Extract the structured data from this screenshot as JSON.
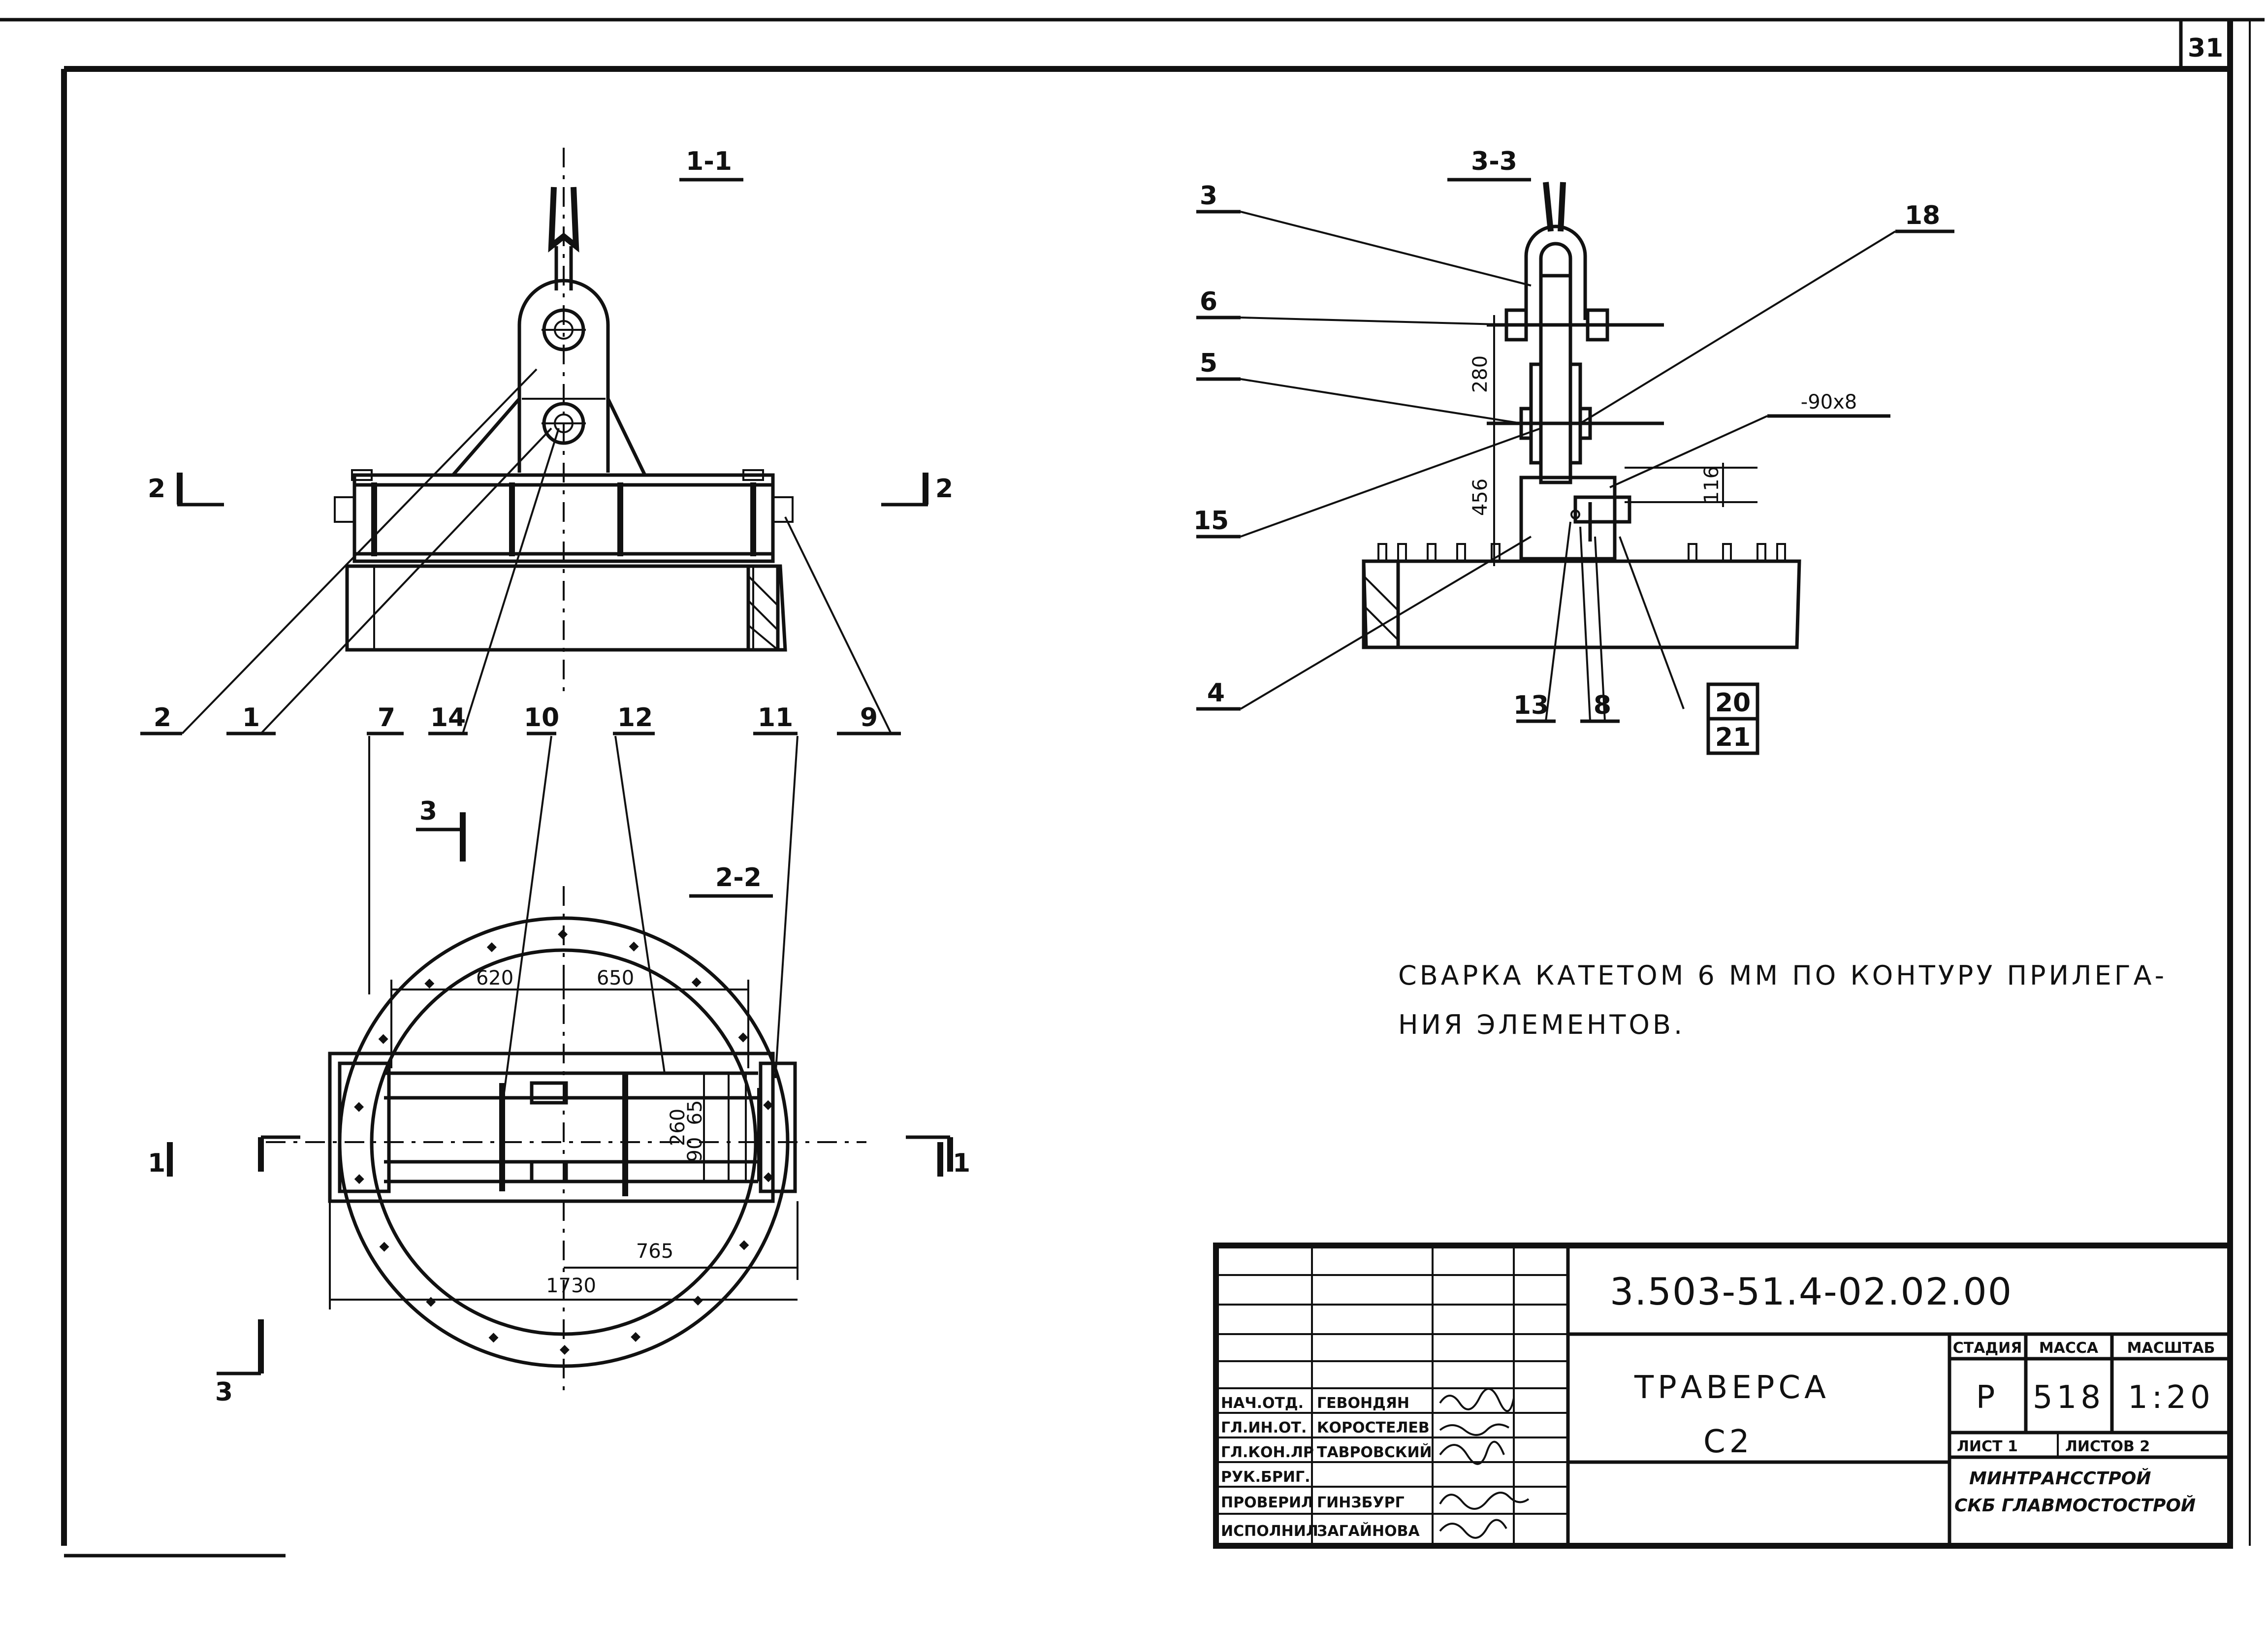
{
  "sheet": {
    "page_number": "31"
  },
  "views": {
    "section_1": "1-1",
    "section_2": "2-2",
    "section_3": "3-3"
  },
  "cut_marks": {
    "c1": "1",
    "c2": "2",
    "c3": "3"
  },
  "view1_callouts": [
    "2",
    "1",
    "7",
    "14",
    "10",
    "12",
    "11",
    "9"
  ],
  "view3_callouts": {
    "p3": "3",
    "p6": "6",
    "p5": "5",
    "p15": "15",
    "p4": "4",
    "p18": "18",
    "p13": "13",
    "p8": "8",
    "p20": "20",
    "p21": "21"
  },
  "dimensions": {
    "d280": "280",
    "d456": "456",
    "d116": "116",
    "plate": "-90x8",
    "d620": "620",
    "d650": "650",
    "d260": "260",
    "d65": "65",
    "d90": "90",
    "d765": "765",
    "d1730": "1730"
  },
  "note": {
    "line1": "СВАРКА  КАТЕТОМ  6 ММ ПО  КОНТУРУ ПРИЛЕГА-",
    "line2": "НИЯ   ЭЛЕМЕНТОВ."
  },
  "title_block": {
    "doc_code": "3.503-51.4-02.02.00",
    "title_line1": "ТРАВЕРСА",
    "title_line2": "С2",
    "headers": {
      "stage": "СТАДИЯ",
      "mass": "МАССА",
      "scale": "МАСШТАБ"
    },
    "values": {
      "stage": "Р",
      "mass": "518",
      "scale": "1:20"
    },
    "sheet_label": "ЛИСТ 1",
    "sheets_label": "ЛИСТОВ 2",
    "org_line1": "МИНТРАНССТРОЙ",
    "org_line2": "СКБ ГЛАВМОСТОСТРОЙ",
    "signatures": [
      {
        "role": "НАЧ.ОТД.",
        "name": "ГЕВОНДЯН"
      },
      {
        "role": "ГЛ.ИН.ОТ.",
        "name": "КОРОСТЕЛЕВ"
      },
      {
        "role": "ГЛ.КОН.ЛР",
        "name": "ТАВРОВСКИЙ"
      },
      {
        "role": "РУК.БРИГ.",
        "name": ""
      },
      {
        "role": "ПРОВЕРИЛ",
        "name": "ГИНЗБУРГ"
      },
      {
        "role": "ИСПОЛНИЛ",
        "name": "ЗАГАЙНОВА"
      }
    ]
  }
}
